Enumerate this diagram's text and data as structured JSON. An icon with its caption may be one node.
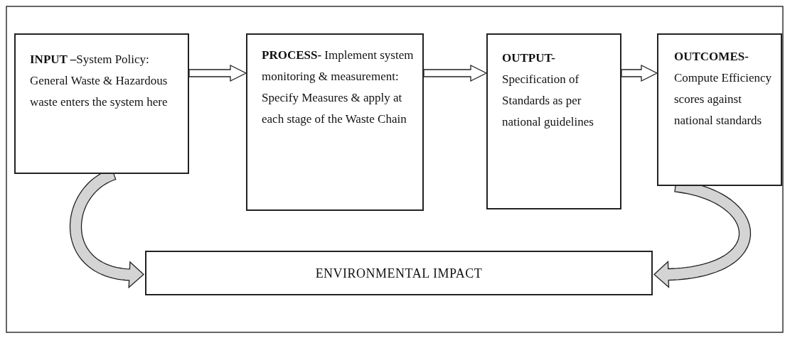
{
  "diagram": {
    "nodes": [
      {
        "text": [
          "**INPUT –**System Policy: General Waste & Hazardous waste enters the system here"
        ]
      },
      {
        "text": [
          "**PROCESS-** Implement system monitoring & measurement: Specify Measures & apply at each stage of the Waste Chain"
        ]
      },
      {
        "text": [
          "**OUTPUT-** Specification of Standards as per national guidelines"
        ]
      },
      {
        "text": [
          "**OUTCOMES-** Compute Efficiency scores against national standards"
        ]
      },
      {
        "text": [
          "ENVIRONMENTAL IMPACT"
        ]
      }
    ],
    "edges": [
      {
        "from": 0,
        "to": 1,
        "arrow": "to"
      },
      {
        "from": 1,
        "to": 2,
        "arrow": "to"
      },
      {
        "from": 2,
        "to": 3,
        "arrow": "to"
      },
      {
        "from": 0,
        "to": 4,
        "arrow": "to"
      },
      {
        "from": 3,
        "to": 4,
        "arrow": "to"
      }
    ]
  }
}
